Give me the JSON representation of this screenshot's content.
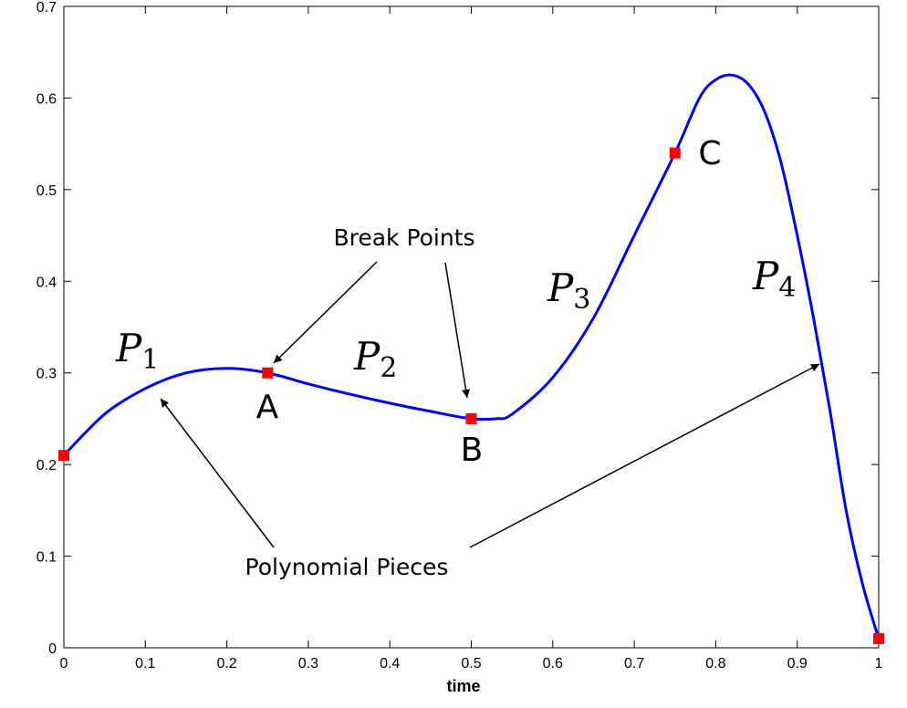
{
  "chart_data": {
    "type": "line",
    "xlabel": "time",
    "ylabel": "",
    "title": "",
    "xlim": [
      0,
      1
    ],
    "ylim": [
      0,
      0.7
    ],
    "grid": false,
    "x_ticks": [
      "0",
      "0.1",
      "0.2",
      "0.3",
      "0.4",
      "0.5",
      "0.6",
      "0.7",
      "0.8",
      "0.9",
      "1"
    ],
    "y_ticks": [
      "0",
      "0.1",
      "0.2",
      "0.3",
      "0.4",
      "0.5",
      "0.6",
      "0.7"
    ],
    "series": [
      {
        "color": "#0000ff",
        "x": [
          0,
          0.05,
          0.1,
          0.15,
          0.2,
          0.25,
          0.3,
          0.35,
          0.4,
          0.45,
          0.5,
          0.53,
          0.55,
          0.6,
          0.65,
          0.7,
          0.75,
          0.78,
          0.8,
          0.82,
          0.84,
          0.86,
          0.88,
          0.9,
          0.92,
          0.94,
          0.96,
          0.98,
          1.0
        ],
        "y": [
          0.21,
          0.255,
          0.283,
          0.3,
          0.305,
          0.3,
          0.288,
          0.277,
          0.267,
          0.258,
          0.25,
          0.25,
          0.255,
          0.295,
          0.36,
          0.45,
          0.54,
          0.6,
          0.62,
          0.625,
          0.615,
          0.585,
          0.53,
          0.45,
          0.36,
          0.26,
          0.15,
          0.07,
          0.01
        ]
      }
    ],
    "break_points": [
      {
        "x": 0,
        "y": 0.21,
        "label": ""
      },
      {
        "x": 0.25,
        "y": 0.3,
        "label": "A"
      },
      {
        "x": 0.5,
        "y": 0.25,
        "label": "B"
      },
      {
        "x": 0.75,
        "y": 0.54,
        "label": "C"
      },
      {
        "x": 1,
        "y": 0.01,
        "label": ""
      }
    ],
    "marker_color": "#ff0000",
    "annotations": {
      "break_points_text": "Break Points",
      "polynomial_pieces_text": "Polynomial Pieces"
    },
    "pieces": [
      {
        "letter": "P",
        "sub": "1"
      },
      {
        "letter": "P",
        "sub": "2"
      },
      {
        "letter": "P",
        "sub": "3"
      },
      {
        "letter": "P",
        "sub": "4"
      }
    ]
  }
}
